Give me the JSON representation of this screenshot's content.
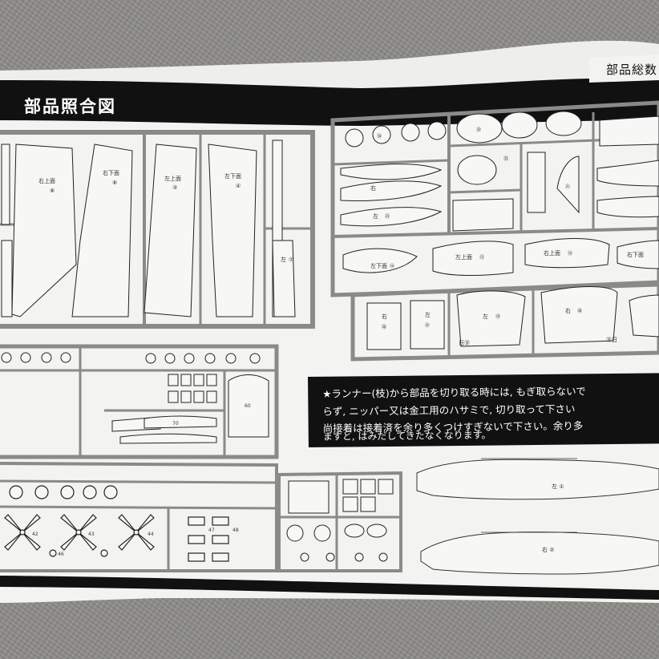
{
  "header": {
    "title": "部品照合図",
    "right_text": "部品総数"
  },
  "notice": {
    "line1": "★ランナー(枝)から部品を切り取る時には, もぎ取らないで",
    "line2": "らず, ニッパー又は金工用のハサミで, 切り取って下さい",
    "line3": "尚接着は接着済を余り多くつけすぎないで下さい。余り多",
    "line4": "ますと, はみだしてきたなくなります。"
  },
  "parts": {
    "wing_left_upper": "右上面",
    "wing_left_lower": "右下面",
    "wing_right_upper": "左上面",
    "wing_right_lower": "左下面",
    "num_8": "⑧",
    "num_3": "③",
    "num_4": "④",
    "num_7": "⑦",
    "left_small": "左",
    "p14_label": "左下面",
    "p14": "⑭",
    "p13_label": "左上面",
    "p13": "⑬",
    "p15_label": "右上面",
    "p15": "⑮",
    "p_right_lower": "右下面",
    "p23_label": "左",
    "p23": "㉓",
    "p24_label": "右",
    "p27_label": "左",
    "p27": "㉗",
    "p22_label": "右",
    "p19_label": "左",
    "p19": "⑲",
    "p20_label": "右",
    "p20": "⑳",
    "p26": "㉖",
    "p31a": "日㉛",
    "p31b": "㉛日",
    "p28_label": "右",
    "fuselage_left": "左 ①",
    "fuselage_right": "右 ②",
    "p21": "㉑",
    "p32": "㉜",
    "p33": "㉝",
    "p34": "㉞",
    "p29": "⑳",
    "p60": "60",
    "p70": "70",
    "p42": "42",
    "p43": "43",
    "p44": "44",
    "p47": "47",
    "p48": "48",
    "p46": "46"
  }
}
